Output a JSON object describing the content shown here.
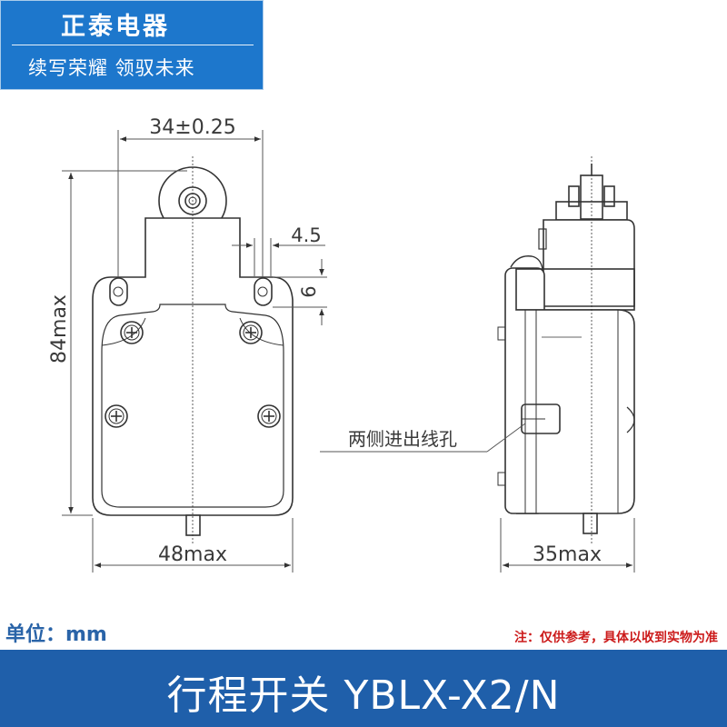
{
  "brand": {
    "name": "正泰电器",
    "slogan": "续写荣耀 领驭未来",
    "color": "#1d77cc"
  },
  "drawing": {
    "front_view": {
      "width_dim": "34±0.25",
      "height_dim": "84max",
      "base_dim": "48max",
      "hole_offset_dim": "4.5",
      "hole_height_dim": "6"
    },
    "side_view": {
      "callout": "两侧进出线孔",
      "width_dim": "35max"
    }
  },
  "footer": {
    "unit": "单位：mm",
    "note": "注：仅供参考，具体以收到实物为准",
    "title": "行程开关 YBLX-X2/N",
    "title_bar_color": "#1f5faa",
    "note_color": "#cc1b1b"
  }
}
